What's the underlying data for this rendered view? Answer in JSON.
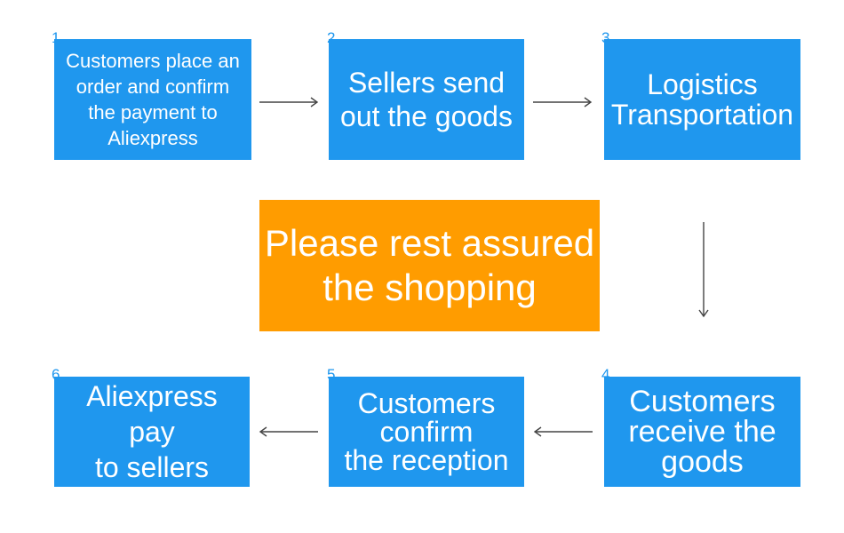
{
  "steps": [
    {
      "number": "1",
      "text": "Customers place an\norder and confirm\nthe payment to\nAliexpress"
    },
    {
      "number": "2",
      "text": "Sellers send\nout the goods"
    },
    {
      "number": "3",
      "text": "Logistics\nTransportation"
    },
    {
      "number": "4",
      "text": "Customers\nreceive the\ngoods"
    },
    {
      "number": "5",
      "text": "Customers\nconfirm\nthe reception"
    },
    {
      "number": "6",
      "text": "Aliexpress pay\nto sellers"
    }
  ],
  "center": {
    "text": "Please rest assured\nthe shopping"
  },
  "colors": {
    "step_box": "#1f97ee",
    "center_box": "#ff9c00",
    "arrow": "#444444"
  }
}
